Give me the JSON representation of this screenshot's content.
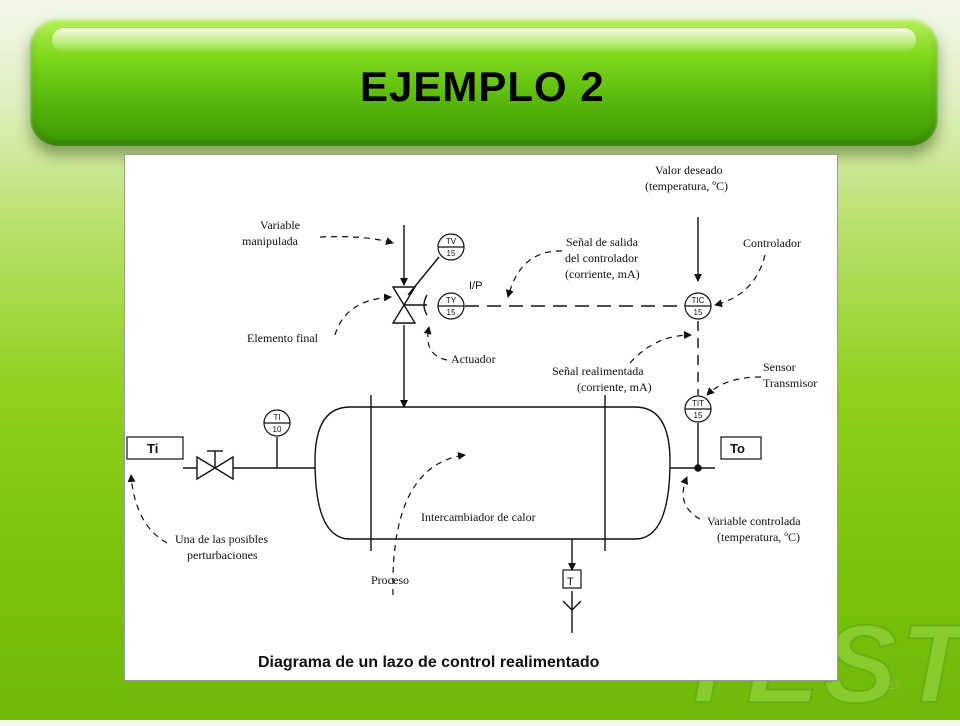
{
  "slide": {
    "title": "EJEMPLO  2",
    "watermark": "TEST",
    "page_number": "17"
  },
  "diagram": {
    "caption": "Diagrama de un lazo de control realimentado",
    "labels": {
      "variable_manipulada_1": "Variable",
      "variable_manipulada_2": "manipulada",
      "elemento_final": "Elemento final",
      "actuador": "Actuador",
      "ip": "I/P",
      "senal_salida_1": "Señal de salida",
      "senal_salida_2": "del controlador",
      "senal_salida_3": "(corriente, mA)",
      "valor_deseado_1": "Valor deseado",
      "valor_deseado_2": "(temperatura, ºC)",
      "controlador": "Controlador",
      "senal_real_1": "Señal realimentada",
      "senal_real_2": "(corriente, mA)",
      "sensor_1": "Sensor",
      "sensor_2": "Transmisor",
      "intercambiador": "Intercambiador de calor",
      "proceso": "Proceso",
      "perturb_1": "Una de las posibles",
      "perturb_2": "perturbaciones",
      "var_controlada_1": "Variable controlada",
      "var_controlada_2": "(temperatura, ºC)",
      "ti_box": "Ti",
      "to_box": "To",
      "trap": "T"
    },
    "instruments": {
      "tv": {
        "tag": "TV",
        "num": "15"
      },
      "ty": {
        "tag": "TY",
        "num": "15"
      },
      "ti": {
        "tag": "TI",
        "num": "10"
      },
      "tic": {
        "tag": "TIC",
        "num": "15"
      },
      "tit": {
        "tag": "TIT",
        "num": "15"
      }
    }
  }
}
